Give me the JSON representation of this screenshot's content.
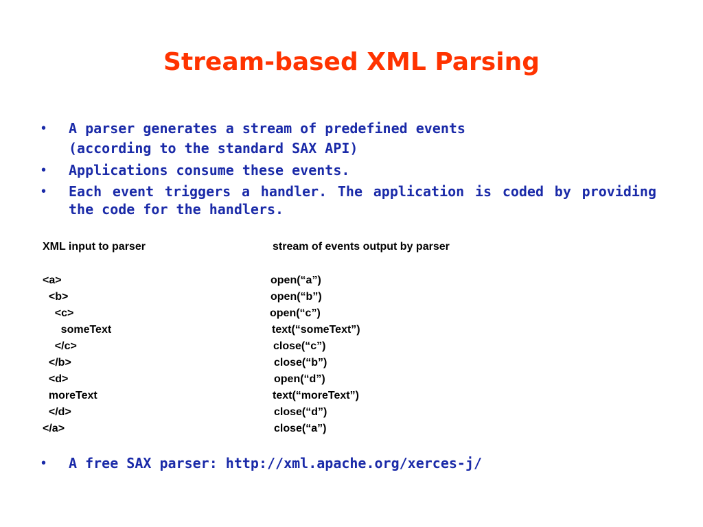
{
  "slide": {
    "title": "Stream-based XML Parsing",
    "bullets": [
      "A parser generates a stream of predefined events",
      "Applications consume these events.",
      "Each event triggers a handler. The application is coded by providing the code for the handlers."
    ],
    "bullet_1_continuation": "(according to the standard SAX API)",
    "bullet_marker": "•",
    "table": {
      "left_header": "XML input to parser",
      "right_header": "stream of events output by parser",
      "rows": [
        {
          "xml": "<a>",
          "event": "open(“a”)"
        },
        {
          "xml": "  <b>",
          "event": "open(“b”)"
        },
        {
          "xml": "    <c>",
          "event": "open(“c”)"
        },
        {
          "xml": "      someText",
          "event": "text(“someText”)"
        },
        {
          "xml": "    </c>",
          "event": "close(“c”)"
        },
        {
          "xml": "  </b>",
          "event": "close(“b”)"
        },
        {
          "xml": "  <d>",
          "event": "open(“d”)"
        },
        {
          "xml": "  moreText",
          "event": "text(“moreText”)"
        },
        {
          "xml": "  </d>",
          "event": "close(“d”)"
        },
        {
          "xml": "</a>",
          "event": "close(“a”)"
        }
      ]
    },
    "final_bullet": "A free SAX parser: http://xml.apache.org/xerces-j/",
    "colors": {
      "title": "#ff3300",
      "bullets": "#1a2aa8",
      "code": "#000000"
    }
  }
}
